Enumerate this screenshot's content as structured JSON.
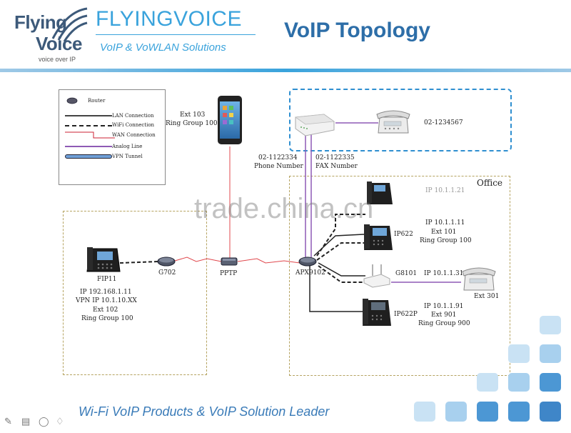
{
  "header": {
    "logo_line1": "Flying",
    "logo_line2": "Voice",
    "logo_tagline": "voice over IP",
    "brand_name": "FLYINGVOICE",
    "brand_sub": "VoIP & VoWLAN Solutions",
    "title": "VoIP Topology"
  },
  "legend": {
    "items": [
      {
        "label": "Router",
        "icon": "router-icon"
      },
      {
        "label": "LAN Connection"
      },
      {
        "label": "WiFi Connection"
      },
      {
        "label": "WAN Connection"
      },
      {
        "label": "Analog Line"
      },
      {
        "label": "VPN Tunnel"
      }
    ]
  },
  "nodes": {
    "smartphone": {
      "ext": "Ext 103",
      "group": "Ring Group 100"
    },
    "top_phone_number": "02-1234567",
    "phone_label": "02-1122334",
    "phone_sub": "Phone Number",
    "fax_label": "02-1122335",
    "fax_sub": "FAX Number",
    "office_label": "Office",
    "fip11": {
      "name": "FIP11",
      "ip": "IP 192.168.1.11",
      "vpn": "VPN IP 10.1.10.XX",
      "ext": "Ext 102",
      "group": "Ring Group 100"
    },
    "g702": "G702",
    "pptp": "PPTP",
    "apx": "APX9102",
    "ip622": {
      "name": "IP622",
      "ip": "IP 10.1.1.11",
      "ext": "Ext 101",
      "group": "Ring Group 100"
    },
    "top_phone_ip": "IP 10.1.1.21",
    "g8101": {
      "name": "G8101",
      "ip": "IP 10.1.1.31",
      "ext": "Ext 301"
    },
    "ip622p": {
      "name": "IP622P",
      "ip": "IP 10.1.1.91",
      "ext": "Ext 901",
      "group": "Ring Group 900"
    }
  },
  "footer": {
    "slogan": "Wi-Fi VoIP Products & VoIP Solution Leader"
  },
  "watermark": "trade.china.cn",
  "colors": {
    "brand_blue": "#3aa3dc",
    "title_blue": "#2d6ea8",
    "wan_red": "#e0474c",
    "analog_purple": "#8e5ab5",
    "dash_blue": "#2f8fd0",
    "dash_olive": "#b5a360",
    "tile_blue": "#4c97d4",
    "tile_light": "#a8d0ee"
  }
}
